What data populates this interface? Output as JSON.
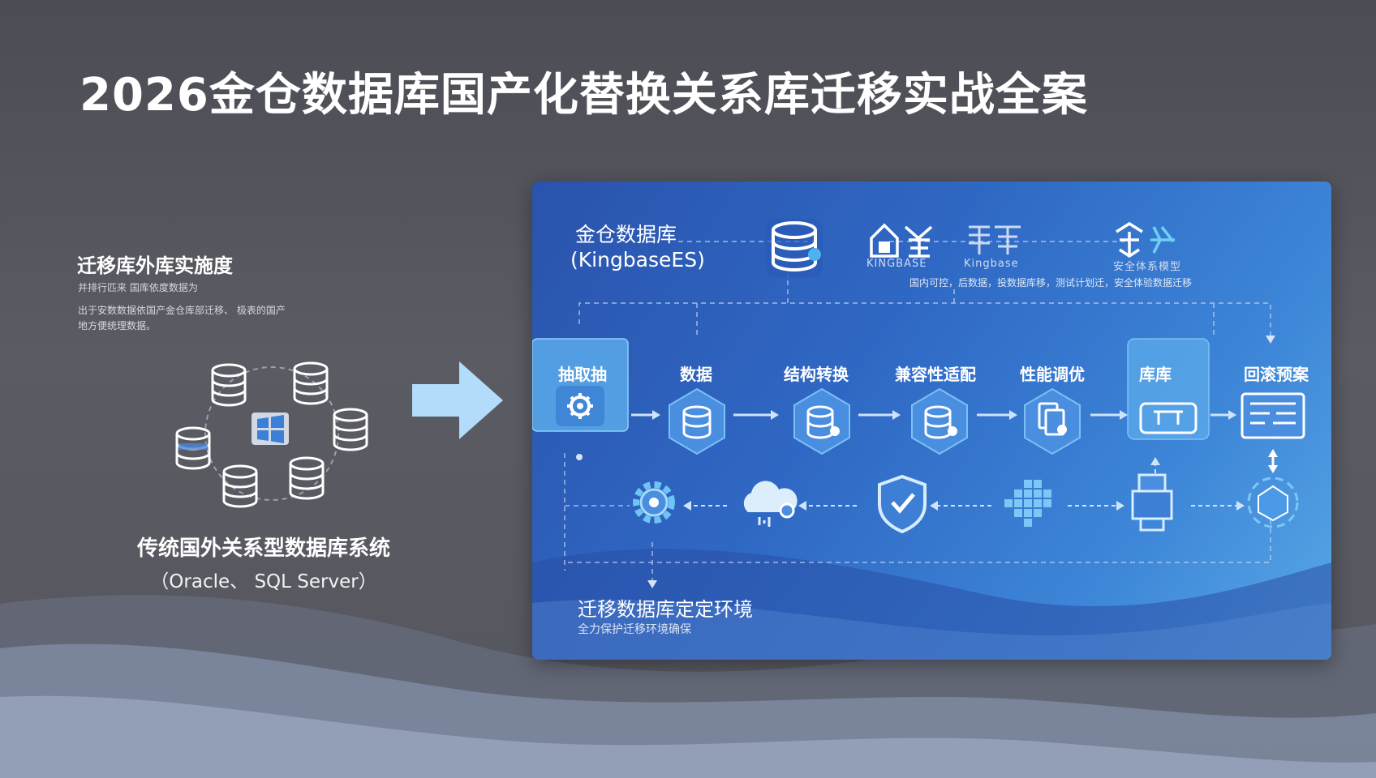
{
  "title": "2026金仓数据库国产化替换关系库迁移实战全案",
  "left": {
    "heading": "迁移库外库实施度",
    "sub1": "并排行匹来 国库依度数据为",
    "sub2": "出于安数数据依国产金仓库部迁移、 极表的国产",
    "sub3": "地方便统理数据。",
    "legacy_title": "传统国外关系型数据库系统",
    "legacy_sub": "（Oracle、 SQL Server）"
  },
  "panel": {
    "kb_name": "金仓数据库",
    "kb_en": "(KingbaseES)",
    "logo1_text": "KINGBASE",
    "logo2_text": "Kingbase",
    "logo3_text": "安全体系模型",
    "desc": "国内可控，后数据，投数据库移，测试计划迁，安全体验数据迁移",
    "steps": {
      "extract": "抽取抽",
      "data": "数据",
      "schema": "结构转换",
      "compat": "兼容性适配",
      "perf": "性能调优",
      "target": "库库",
      "rollback": "回滚预案"
    },
    "env_title": "迁移数据库定定环境",
    "env_sub": "全力保护迁移环境确保"
  },
  "colors": {
    "panel_dark": "#2a53ac",
    "panel_light": "#5aa8e6",
    "arrow": "#a9d6f7",
    "icon_fill": "#4a8ee0"
  },
  "icons": [
    "database-icon",
    "windows-icon",
    "gear-icon",
    "cloud-icon",
    "shield-check-icon",
    "document-gear-icon",
    "server-stack-icon"
  ]
}
